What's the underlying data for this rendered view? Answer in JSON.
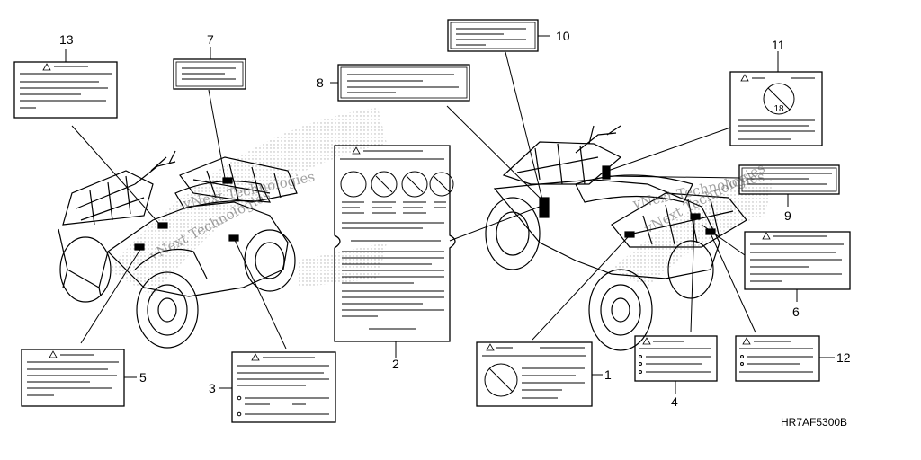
{
  "diagram": {
    "drawing_code": "HR7AF5300B",
    "watermark": "vNext Technologies",
    "callouts": [
      {
        "id": "callout-1",
        "label": "1"
      },
      {
        "id": "callout-2",
        "label": "2"
      },
      {
        "id": "callout-3",
        "label": "3"
      },
      {
        "id": "callout-4",
        "label": "4"
      },
      {
        "id": "callout-5",
        "label": "5"
      },
      {
        "id": "callout-6",
        "label": "6"
      },
      {
        "id": "callout-7",
        "label": "7"
      },
      {
        "id": "callout-8",
        "label": "8"
      },
      {
        "id": "callout-9",
        "label": "9"
      },
      {
        "id": "callout-10",
        "label": "10"
      },
      {
        "id": "callout-11",
        "label": "11"
      },
      {
        "id": "callout-12",
        "label": "12"
      },
      {
        "id": "callout-13",
        "label": "13"
      }
    ],
    "label_11_badge": "18"
  }
}
